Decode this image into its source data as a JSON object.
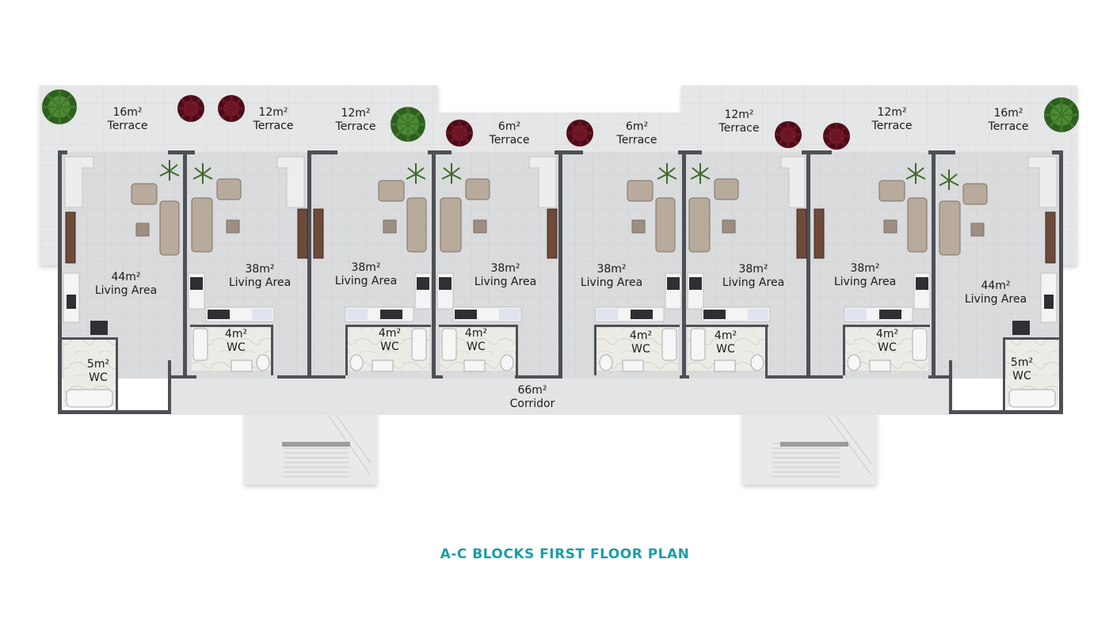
{
  "title": "A-C BLOCKS FIRST FLOOR PLAN",
  "colors": {
    "title": "#1a9ea8",
    "wall": "#4d5055",
    "floor": "#d8dadc",
    "terrace": "#e6e7e8",
    "corridor": "#e4e5e6",
    "sofa": "#b8ab9c",
    "plant_green": "#3f7a2c",
    "plant_red": "#6a1524"
  },
  "rooms": [
    {
      "area": "16m²",
      "name": "Terrace"
    },
    {
      "area": "12m²",
      "name": "Terrace"
    },
    {
      "area": "12m²",
      "name": "Terrace"
    },
    {
      "area": "6m²",
      "name": "Terrace"
    },
    {
      "area": "6m²",
      "name": "Terrace"
    },
    {
      "area": "12m²",
      "name": "Terrace"
    },
    {
      "area": "12m²",
      "name": "Terrace"
    },
    {
      "area": "16m²",
      "name": "Terrace"
    },
    {
      "area": "44m²",
      "name": "Living Area"
    },
    {
      "area": "38m²",
      "name": "Living Area"
    },
    {
      "area": "38m²",
      "name": "Living Area"
    },
    {
      "area": "38m²",
      "name": "Living Area"
    },
    {
      "area": "38m²",
      "name": "Living Area"
    },
    {
      "area": "38m²",
      "name": "Living Area"
    },
    {
      "area": "38m²",
      "name": "Living Area"
    },
    {
      "area": "44m²",
      "name": "Living Area"
    },
    {
      "area": "5m²",
      "name": "WC"
    },
    {
      "area": "4m²",
      "name": "WC"
    },
    {
      "area": "4m²",
      "name": "WC"
    },
    {
      "area": "4m²",
      "name": "WC"
    },
    {
      "area": "4m²",
      "name": "WC"
    },
    {
      "area": "4m²",
      "name": "WC"
    },
    {
      "area": "4m²",
      "name": "WC"
    },
    {
      "area": "5m²",
      "name": "WC"
    },
    {
      "area": "66m²",
      "name": "Corridor"
    }
  ]
}
